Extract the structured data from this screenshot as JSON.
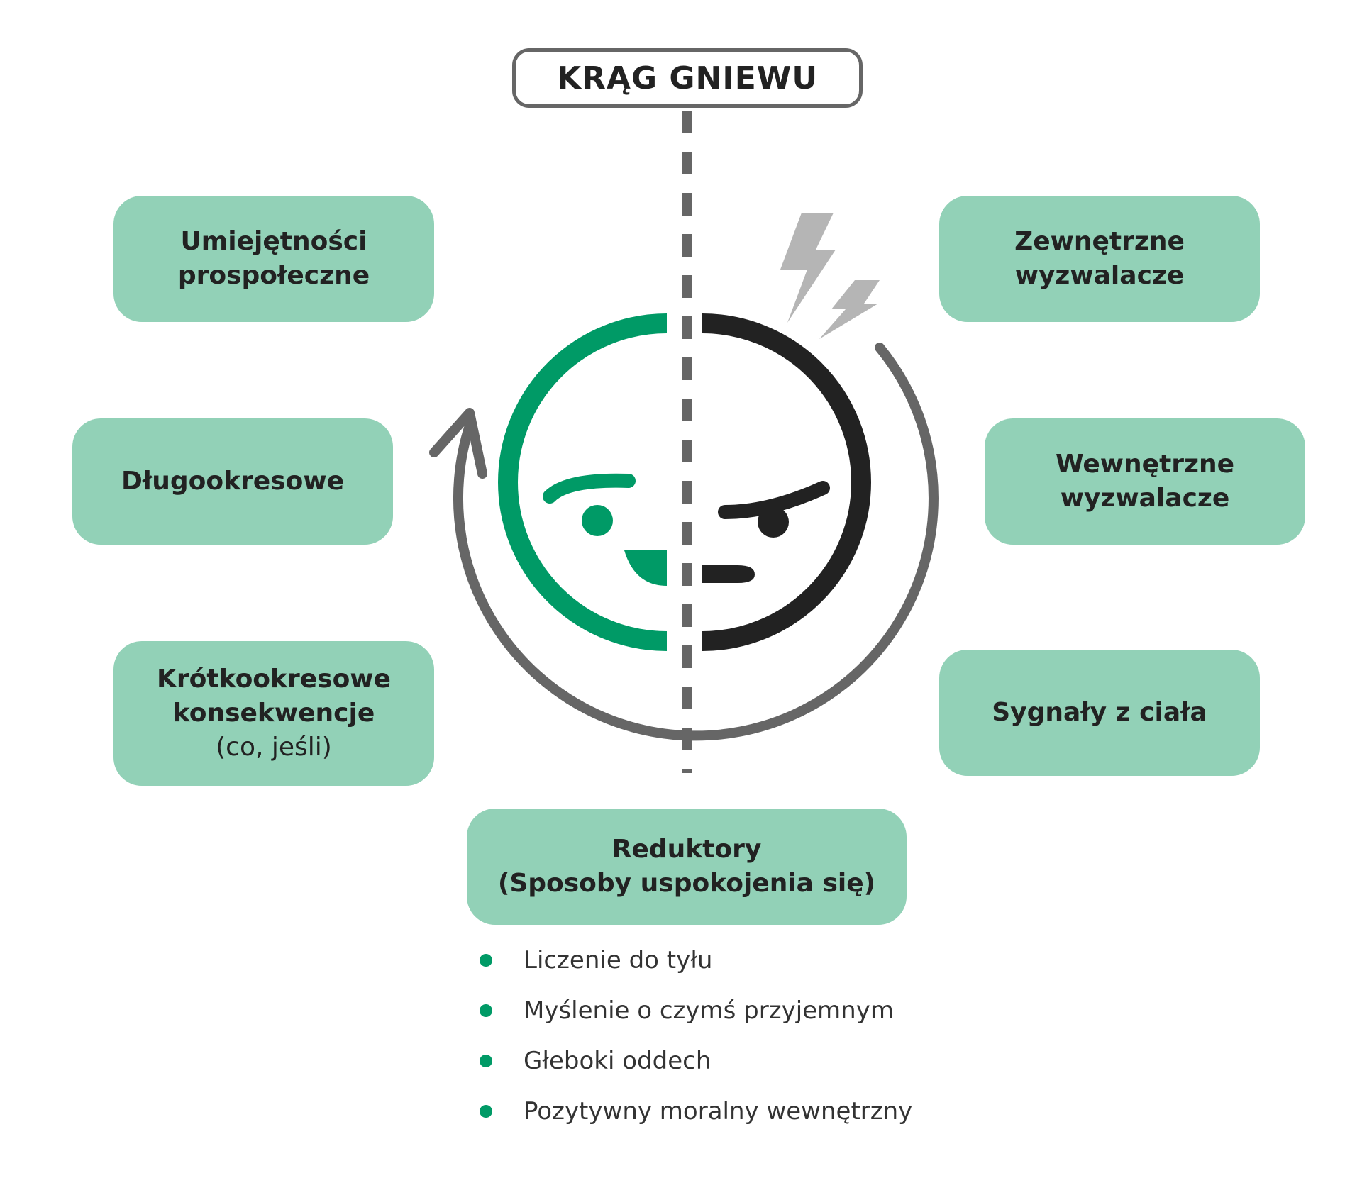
{
  "title": "KRĄG GNIEWU",
  "left_boxes": [
    {
      "lines": [
        "Umiejętności",
        "prospołeczne"
      ]
    },
    {
      "lines": [
        "Długookresowe"
      ]
    },
    {
      "lines": [
        "Krótkookresowe",
        "konsekwencje"
      ],
      "sub": "(co, jeśli)"
    }
  ],
  "right_boxes": [
    {
      "lines": [
        "Zewnętrzne",
        "wyzwalacze"
      ]
    },
    {
      "lines": [
        "Wewnętrzne",
        "wyzwalacze"
      ]
    },
    {
      "lines": [
        "Sygnały z ciała"
      ]
    }
  ],
  "reducers": {
    "title": "Reduktory",
    "subtitle": "(Sposoby uspokojenia się)",
    "items": [
      "Liczenie do tyłu",
      "Myślenie o czymś przyjemnym",
      "Głeboki oddech",
      "Pozytywny moralny wewnętrzny"
    ]
  },
  "colors": {
    "green_face": "#009a66",
    "dark_face": "#222222",
    "box_fill": "#92d1b7",
    "arrow": "#666666",
    "lightning": "#b5b5b5"
  },
  "icons": {
    "face": "half-calm-half-angry-face-icon",
    "lightning": "lightning-bolt-icon",
    "cycle": "cycle-arrow-icon"
  }
}
